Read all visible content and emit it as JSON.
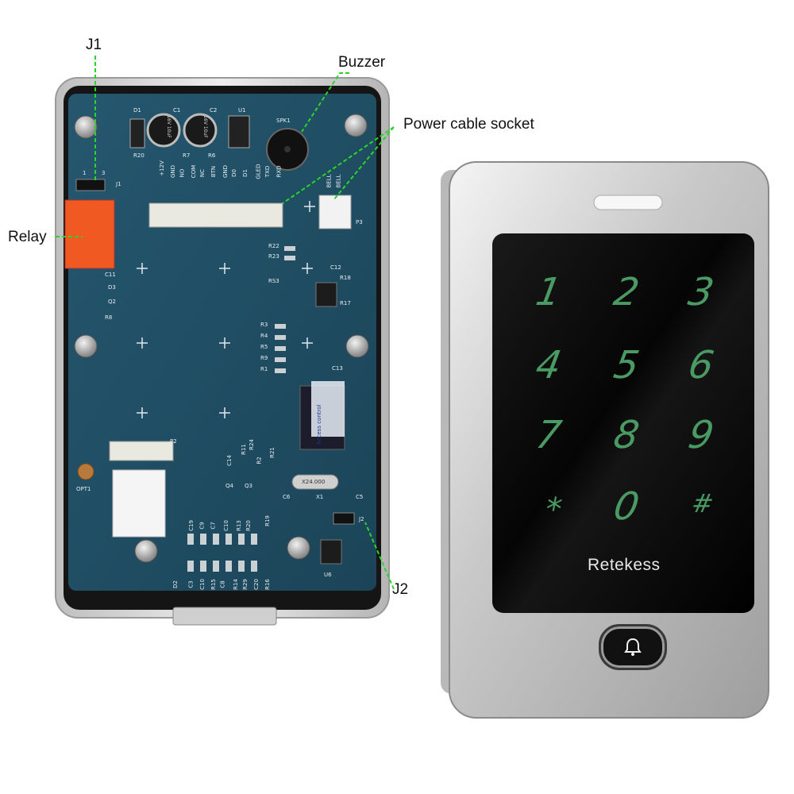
{
  "callouts": {
    "j1": "J1",
    "buzzer": "Buzzer",
    "power_socket": "Power cable socket",
    "relay": "Relay",
    "j2": "J2"
  },
  "pcb": {
    "components": {
      "d1": "D1",
      "c1": "C1",
      "c2": "C2",
      "u1": "U1",
      "spk1": "SPK1",
      "r20": "R20",
      "r7": "R7",
      "r6": "R6",
      "j1_pin1": "1",
      "j1_pin3": "3",
      "j1": "J1",
      "header_pins": [
        "+12V",
        "GND",
        "NO",
        "COM",
        "NC",
        "BTN",
        "GND",
        "D0",
        "D1",
        "GLED",
        "TXD",
        "RXD"
      ],
      "bell_pins": [
        "BELL",
        "BELL"
      ],
      "p3": "P3",
      "r22": "R22",
      "r23": "R23",
      "c12": "C12",
      "rs3": "RS3",
      "r18": "R18",
      "r17": "R17",
      "c11": "C11",
      "d3": "D3",
      "q2": "Q2",
      "r8": "R8",
      "r3": "R3",
      "r4": "R4",
      "r5": "R5",
      "r9": "R9",
      "r1": "R1",
      "c13": "C13",
      "chip_label": "Access control",
      "p2": "P2",
      "c14": "C14",
      "r11": "R11",
      "r24": "R24",
      "r2": "R2",
      "r21": "R21",
      "opt1": "OPT1",
      "q4": "Q4",
      "q3": "Q3",
      "crystal": "X24.000",
      "c6": "C6",
      "x1": "X1",
      "c5": "C5",
      "c19": "C19",
      "c9": "C9",
      "c7": "C7",
      "c10": "C10",
      "r13": "R13",
      "r20b": "R20",
      "r19": "R19",
      "d2": "D2",
      "c3": "C3",
      "c10b": "C10",
      "r15": "R15",
      "c8": "C8",
      "r14": "R14",
      "r29": "R29",
      "c20": "C20",
      "r16": "R16",
      "u6": "U6",
      "j2": "J2",
      "cap1_text": "16V 10uF",
      "cap2_text": "16V 10uF"
    }
  },
  "keypad": {
    "keys": [
      "1",
      "2",
      "3",
      "4",
      "5",
      "6",
      "7",
      "8",
      "9",
      "*",
      "0",
      "#"
    ],
    "brand": "Retekess",
    "bell_icon": "bell-icon",
    "key_color": "#4a9a63"
  },
  "colors": {
    "pcb": "#1f4f66",
    "callout_line": "#2bd42b",
    "frame": "#d8d8d8"
  }
}
